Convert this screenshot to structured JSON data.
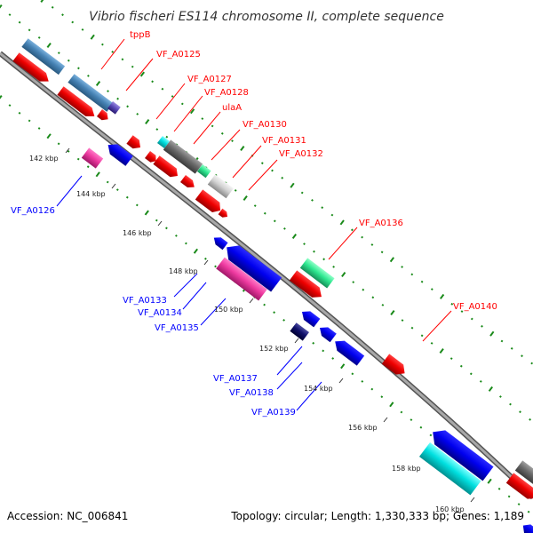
{
  "title": "Vibrio fischeri ES114 chromosome II, complete sequence",
  "footer": {
    "accession": "Accession: NC_006841",
    "topology": "Topology: circular; Length: 1,330,333 bp; Genes: 1,189"
  },
  "ticks": [
    "142 kbp",
    "144 kbp",
    "146 kbp",
    "148 kbp",
    "150 kbp",
    "152 kbp",
    "154 kbp",
    "156 kbp",
    "158 kbp",
    "160 kbp"
  ],
  "forward_genes": [
    "tppB",
    "VF_A0125",
    "VF_A0127",
    "VF_A0128",
    "ulaA",
    "VF_A0130",
    "VF_A0131",
    "VF_A0132",
    "VF_A0136",
    "VF_A0140"
  ],
  "reverse_genes": [
    "VF_A0126",
    "VF_A0133",
    "VF_A0134",
    "VF_A0135",
    "VF_A0137",
    "VF_A0138",
    "VF_A0139"
  ],
  "colors": {
    "backbone": "#8a8a8a",
    "forward_label": "#ff0000",
    "reverse_label": "#0000ff",
    "dots": "#1a8a1a"
  }
}
